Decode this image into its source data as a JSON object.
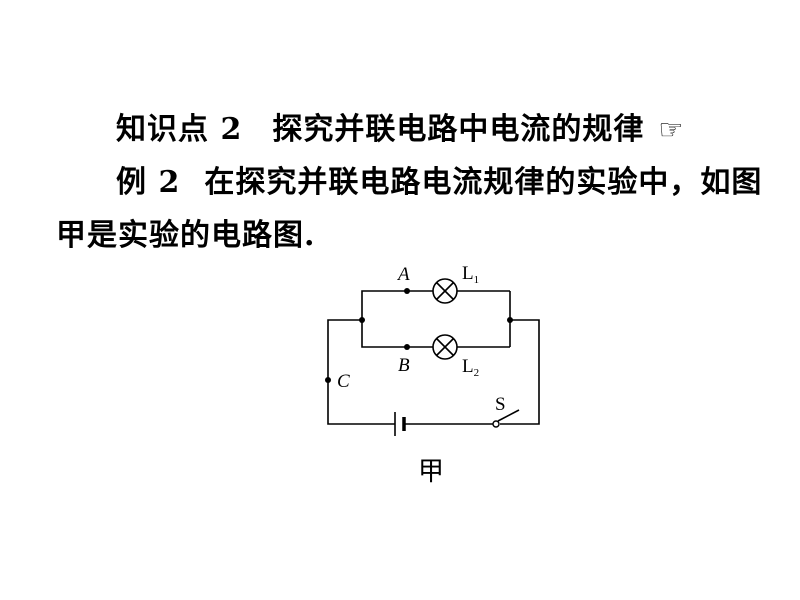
{
  "section": {
    "label": "知识点 2",
    "title": "探究并联电路中电流的规律",
    "pointer_icon": "☞"
  },
  "example": {
    "label": "例 2",
    "text_line1": "在探究并联电路电流规律的实验中，如图",
    "text_line2": "甲是实验的电路图."
  },
  "figure": {
    "point_a": "A",
    "point_b": "B",
    "point_c": "C",
    "lamp1": {
      "letter": "L",
      "sub": "1"
    },
    "lamp2": {
      "letter": "L",
      "sub": "2"
    },
    "switch_label": "S",
    "caption": "甲"
  }
}
